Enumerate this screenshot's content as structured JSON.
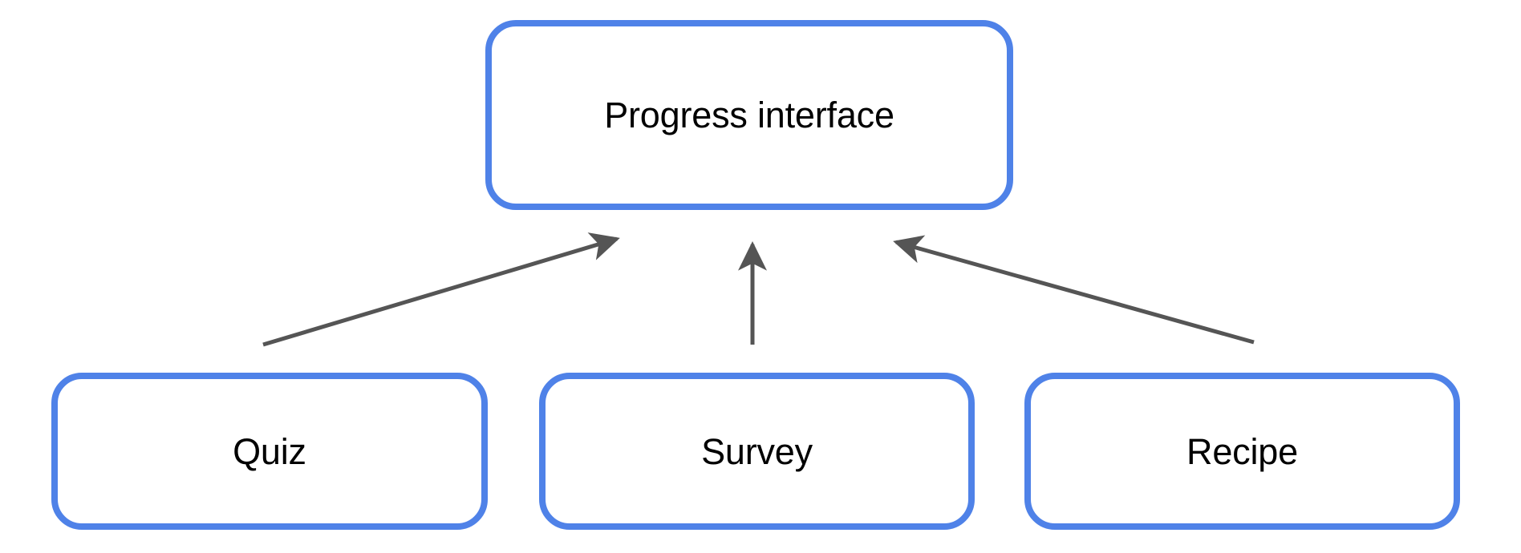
{
  "diagram": {
    "type": "flow-diagram",
    "background_color": "#ffffff",
    "node_border_color": "#4f82e8",
    "node_fill_color": "#ffffff",
    "edge_color": "#555555",
    "label_color": "#000000",
    "nodes": [
      {
        "id": "progress-interface",
        "label": "Progress interface",
        "role": "target"
      },
      {
        "id": "quiz",
        "label": "Quiz",
        "role": "source"
      },
      {
        "id": "survey",
        "label": "Survey",
        "role": "source"
      },
      {
        "id": "recipe",
        "label": "Recipe",
        "role": "source"
      }
    ],
    "edges": [
      {
        "from": "quiz",
        "to": "progress-interface",
        "style": "solid",
        "arrowhead": "end"
      },
      {
        "from": "survey",
        "to": "progress-interface",
        "style": "solid",
        "arrowhead": "end"
      },
      {
        "from": "recipe",
        "to": "progress-interface",
        "style": "solid",
        "arrowhead": "end"
      }
    ]
  }
}
